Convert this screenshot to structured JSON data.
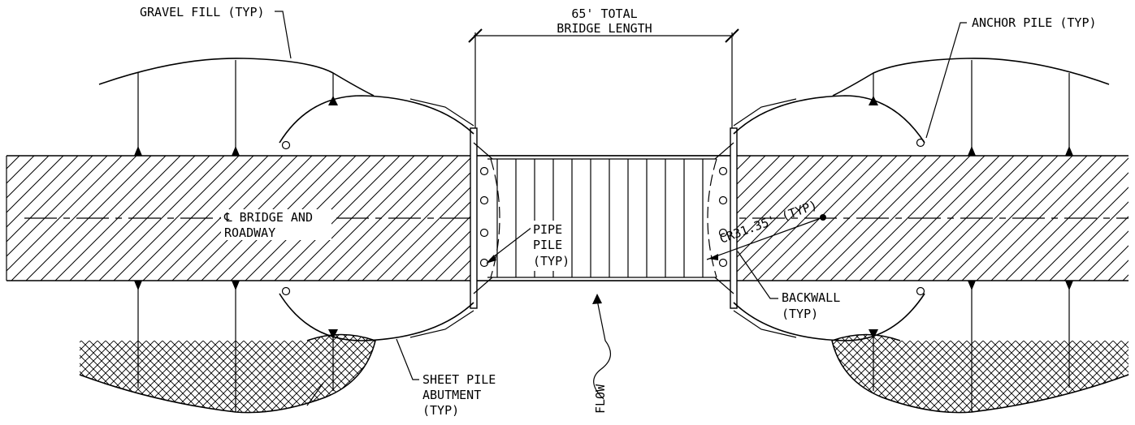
{
  "labels": {
    "bridge_length_line1": "65' TOTAL",
    "bridge_length_line2": "BRIDGE LENGTH",
    "gravel_fill": "GRAVEL FILL (TYP)",
    "anchor_pile": "ANCHOR PILE (TYP)",
    "centerline_line1": "℄ BRIDGE AND",
    "centerline_line2": "ROADWAY",
    "pipe_pile_line1": "PIPE",
    "pipe_pile_line2": "PILE",
    "pipe_pile_line3": "(TYP)",
    "radius": "CR31.35' (TYP)",
    "backwall_line1": "BACKWALL",
    "backwall_line2": "(TYP)",
    "sheet_pile_line1": "SHEET PILE",
    "sheet_pile_line2": "ABUTMENT",
    "sheet_pile_line3": "(TYP)",
    "flow": "FLOW"
  },
  "colors": {
    "ink": "#000000",
    "background": "#ffffff"
  }
}
